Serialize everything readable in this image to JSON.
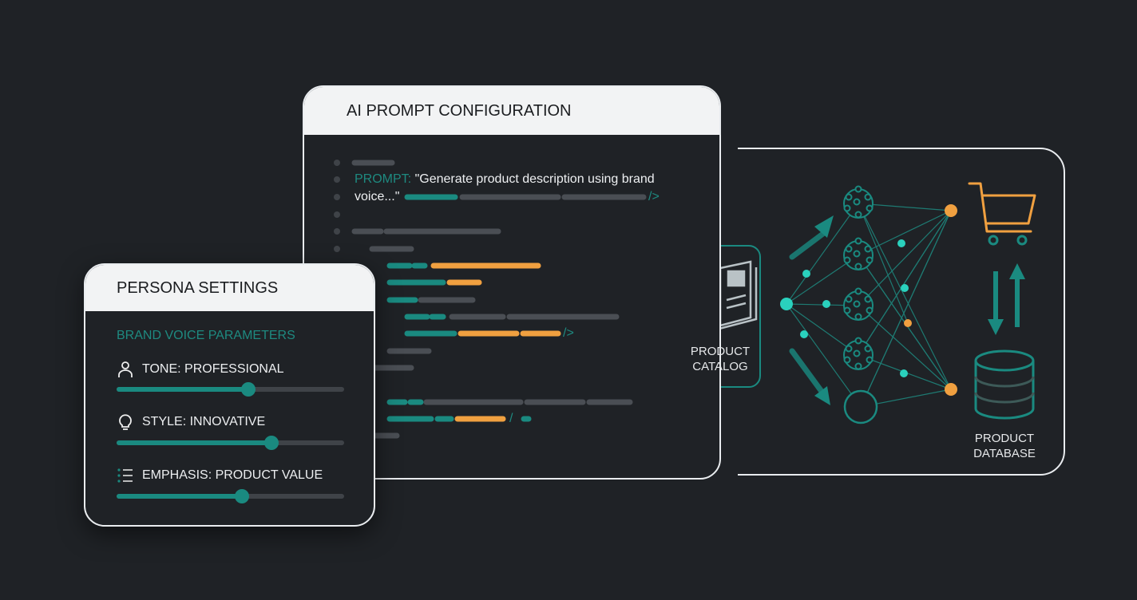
{
  "prompt_card": {
    "title": "AI PROMPT CONFIGURATION",
    "prompt_keyword": "PROMPT:",
    "prompt_text_line1": "\"Generate product description using brand",
    "prompt_text_line2": "voice...\"",
    "close_tag": "/>",
    "slash": "/"
  },
  "persona": {
    "title": "PERSONA SETTINGS",
    "subtitle": "BRAND VOICE PARAMETERS",
    "params": [
      {
        "label": "TONE: PROFESSIONAL",
        "icon": "person-icon",
        "value": 58
      },
      {
        "label": "STYLE: INNOVATIVE",
        "icon": "lightbulb-icon",
        "value": 68
      },
      {
        "label": "EMPHASIS: PRODUCT VALUE",
        "icon": "list-icon",
        "value": 55
      }
    ]
  },
  "diagram": {
    "catalog_line1": "PRODUCT",
    "catalog_line2": "CATALOG",
    "database_line1": "PRODUCT",
    "database_line2": "DATABASE",
    "icons": [
      "book-icon",
      "neural-network-icon",
      "shopping-cart-icon",
      "database-icon"
    ]
  },
  "colors": {
    "background": "#1f2226",
    "teal": "#1a8a80",
    "orange": "#f0a040",
    "gray": "#4a4e54",
    "panel_header": "#f2f3f4"
  }
}
